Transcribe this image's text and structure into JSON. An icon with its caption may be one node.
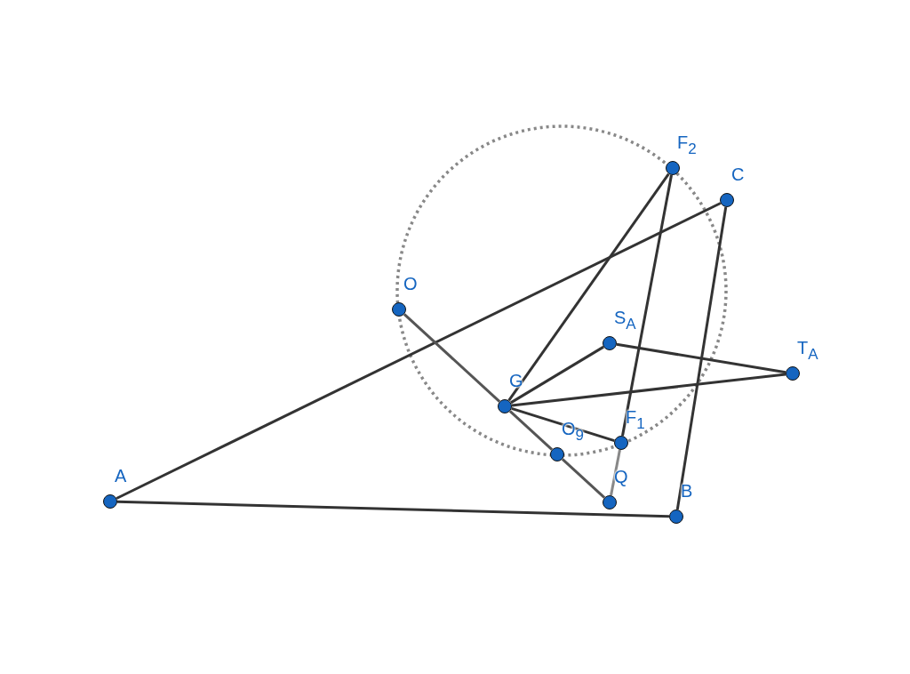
{
  "diagram": {
    "nodes": [
      {
        "text": [
          "F$_{2}$"
        ]
      },
      {
        "text": [
          "C"
        ]
      },
      {
        "text": [
          "O"
        ]
      },
      {
        "text": [
          "S$_{A}$"
        ]
      },
      {
        "text": [
          "T$_{A}$"
        ]
      },
      {
        "text": [
          "G"
        ]
      },
      {
        "text": [
          "F$_{1}$"
        ]
      },
      {
        "text": [
          "O$_{9}$"
        ]
      },
      {
        "text": [
          "A"
        ]
      },
      {
        "text": [
          "Q"
        ]
      },
      {
        "text": [
          "B"
        ]
      }
    ],
    "edges": [
      {
        "from": 8,
        "to": 10,
        "arrow": "none"
      },
      {
        "from": 8,
        "to": 1,
        "arrow": "none"
      },
      {
        "from": 1,
        "to": 10,
        "arrow": "none"
      },
      {
        "from": 2,
        "to": 5,
        "arrow": "none",
        "color": "#555555"
      },
      {
        "from": 5,
        "to": 7,
        "arrow": "none",
        "color": "#555555"
      },
      {
        "from": 7,
        "to": 9,
        "arrow": "none",
        "color": "#555555"
      },
      {
        "from": 9,
        "to": 6,
        "arrow": "none",
        "color": "#888888"
      },
      {
        "from": 5,
        "to": 0,
        "arrow": "none"
      },
      {
        "from": 0,
        "to": 6,
        "arrow": "none"
      },
      {
        "from": 5,
        "to": 3,
        "arrow": "none"
      },
      {
        "from": 3,
        "to": 4,
        "arrow": "none"
      },
      {
        "from": 5,
        "to": 4,
        "arrow": "none"
      },
      {
        "from": 5,
        "to": 6,
        "arrow": "none"
      }
    ]
  }
}
